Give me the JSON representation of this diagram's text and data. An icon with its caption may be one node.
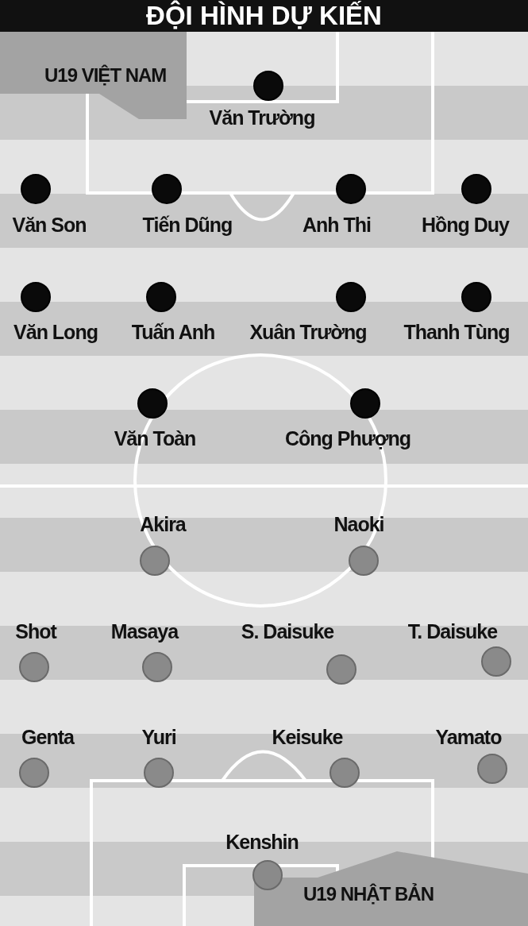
{
  "diagram": {
    "title": "ĐỘI HÌNH DỰ KIẾN",
    "nodes": [
      {
        "text": [],
        "shape": "circle",
        "beside": [
          "Văn Trường"
        ]
      },
      {
        "text": [],
        "shape": "circle",
        "beside": [
          "Văn Son"
        ]
      },
      {
        "text": [],
        "shape": "circle",
        "beside": [
          "Tiến Dũng"
        ]
      },
      {
        "text": [],
        "shape": "circle",
        "beside": [
          "Anh Thi"
        ]
      },
      {
        "text": [],
        "shape": "circle",
        "beside": [
          "Hồng Duy"
        ]
      },
      {
        "text": [],
        "shape": "circle",
        "beside": [
          "Văn Long"
        ]
      },
      {
        "text": [],
        "shape": "circle",
        "beside": [
          "Tuấn Anh"
        ]
      },
      {
        "text": [],
        "shape": "circle",
        "beside": [
          "Xuân Trường"
        ]
      },
      {
        "text": [],
        "shape": "circle",
        "beside": [
          "Thanh Tùng"
        ]
      },
      {
        "text": [],
        "shape": "circle",
        "beside": [
          "Văn Toàn"
        ]
      },
      {
        "text": [],
        "shape": "circle",
        "beside": [
          "Công Phượng"
        ]
      },
      {
        "text": [],
        "shape": "circle",
        "beside": [
          "Akira"
        ]
      },
      {
        "text": [],
        "shape": "circle",
        "beside": [
          "Naoki"
        ]
      },
      {
        "text": [],
        "shape": "circle",
        "beside": [
          "Shot"
        ]
      },
      {
        "text": [],
        "shape": "circle",
        "beside": [
          "Masaya"
        ]
      },
      {
        "text": [],
        "shape": "circle",
        "beside": [
          "S. Daisuke"
        ]
      },
      {
        "text": [],
        "shape": "circle",
        "beside": [
          "T. Daisuke"
        ]
      },
      {
        "text": [],
        "shape": "circle",
        "beside": [
          "Genta"
        ]
      },
      {
        "text": [],
        "shape": "circle",
        "beside": [
          "Yuri"
        ]
      },
      {
        "text": [],
        "shape": "circle",
        "beside": [
          "Keisuke"
        ]
      },
      {
        "text": [],
        "shape": "circle",
        "beside": [
          "Yamato"
        ]
      },
      {
        "text": [],
        "shape": "circle",
        "beside": [
          "Kenshin"
        ]
      }
    ],
    "labels": [
      "U19 VIỆT NAM",
      "U19 NHẬT BẢN"
    ]
  }
}
